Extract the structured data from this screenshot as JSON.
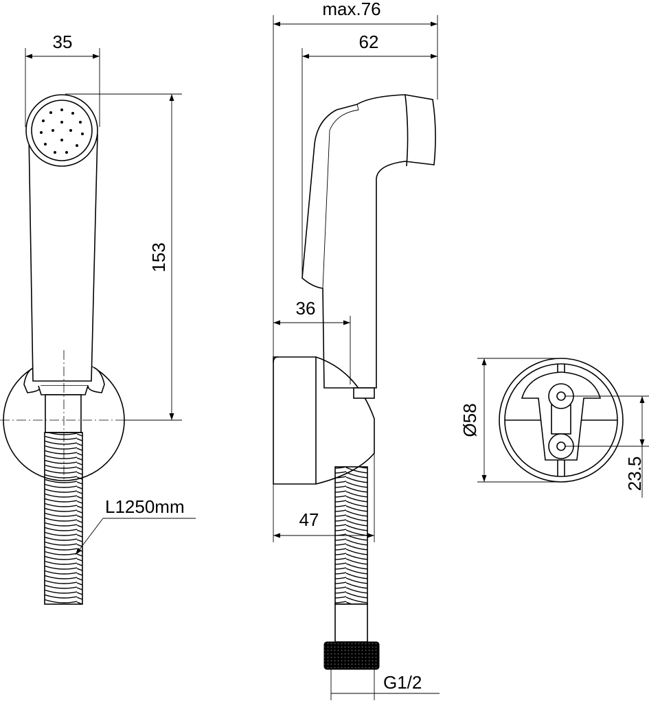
{
  "dimensions": {
    "max_width": "max.76",
    "head_length": "62",
    "head_diameter": "35",
    "handset_height": "153",
    "handle_offset": "36",
    "bracket_depth": "47",
    "hose_length": "L1250mm",
    "bracket_diameter": "Ø58",
    "hole_spacing": "23.5",
    "thread": "G1/2"
  },
  "colors": {
    "line": "#000000",
    "background": "#ffffff"
  }
}
